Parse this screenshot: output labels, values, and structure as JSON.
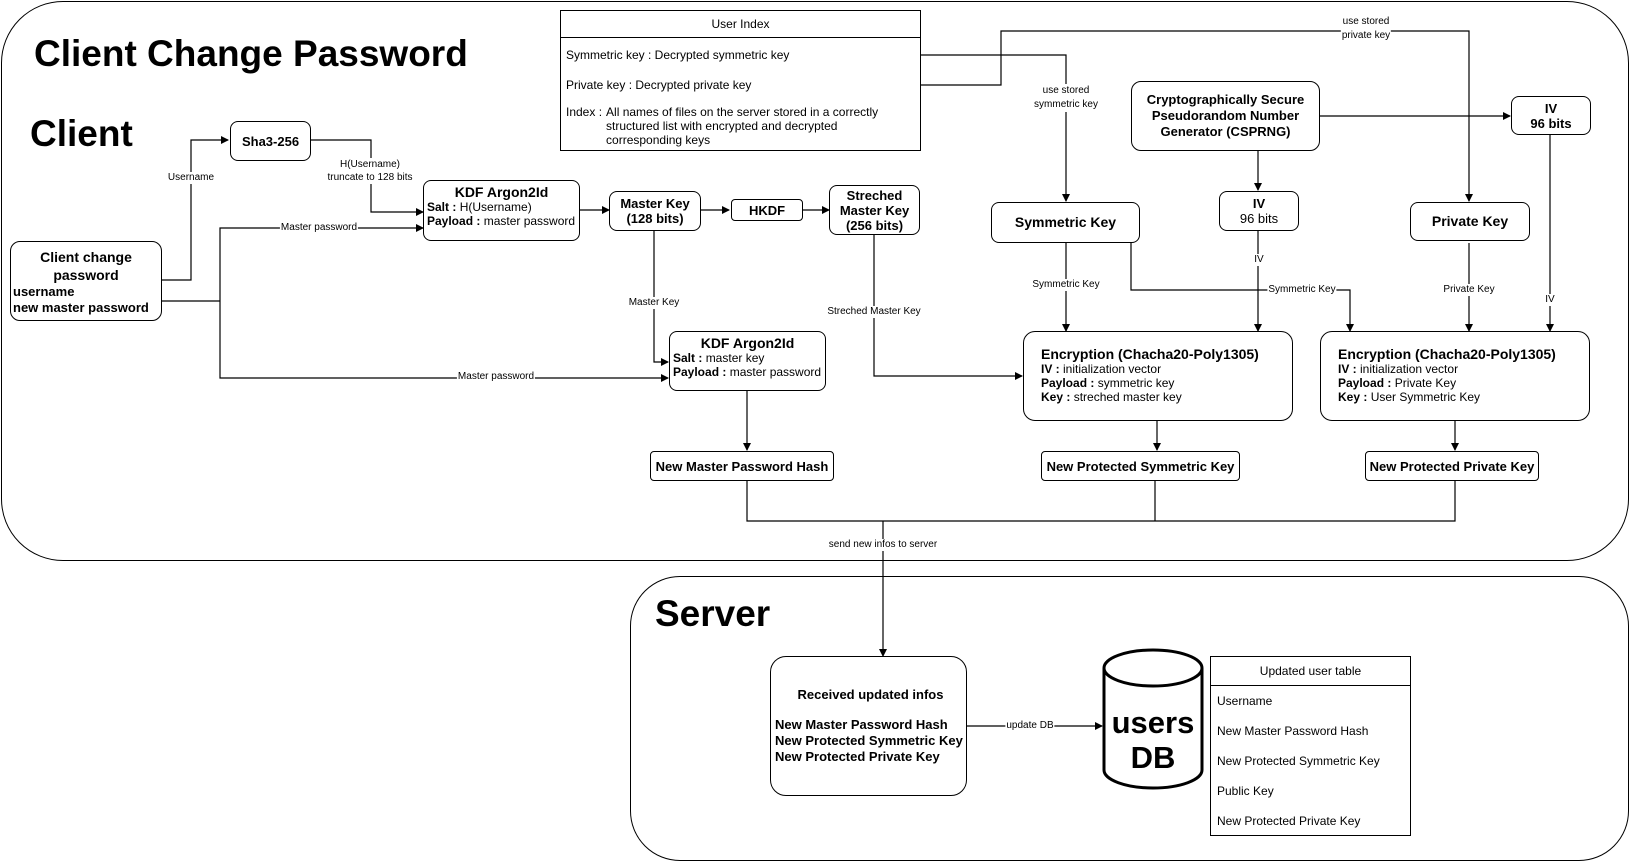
{
  "titles": {
    "main": "Client Change Password",
    "client": "Client",
    "server": "Server"
  },
  "user_index": {
    "title": "User Index",
    "rows": [
      "Symmetric key : Decrypted symmetric key",
      "Private key : Decrypted private key"
    ],
    "index_label": "Index :",
    "index_text": "All names of files on the server stored in a correctly structured list with encrypted and decrypted corresponding keys"
  },
  "nodes": {
    "client_input": {
      "title": "Client change password",
      "line1": "username",
      "line2": "new master password"
    },
    "sha": "Sha3-256",
    "kdf1": {
      "title": "KDF Argon2Id",
      "salt_label": "Salt :",
      "salt": "H(Username)",
      "payload_label": "Payload :",
      "payload": "master password"
    },
    "master_key": {
      "line1": "Master Key",
      "line2": "(128 bits)"
    },
    "hkdf": "HKDF",
    "streched": {
      "line1": "Streched",
      "line2": "Master Key",
      "line3": "(256 bits)"
    },
    "kdf2": {
      "title": "KDF Argon2Id",
      "salt_label": "Salt :",
      "salt": "master key",
      "payload_label": "Payload :",
      "payload": "master password"
    },
    "new_hash": "New Master Password Hash",
    "csprng": {
      "line1": "Cryptographically Secure",
      "line2": "Pseudorandom Number",
      "line3": "Generator (CSPRNG)"
    },
    "symmetric_key": "Symmetric Key",
    "iv_mid": {
      "line1": "IV",
      "line2": "96 bits"
    },
    "private_key": "Private Key",
    "iv_right": {
      "line1": "IV",
      "line2": "96 bits"
    },
    "enc1": {
      "title": "Encryption (Chacha20-Poly1305)",
      "iv_label": "IV :",
      "iv": "initialization vector",
      "payload_label": "Payload :",
      "payload": "symmetric key",
      "key_label": "Key :",
      "key": "streched master key"
    },
    "enc2": {
      "title": "Encryption (Chacha20-Poly1305)",
      "iv_label": "IV :",
      "iv": "initialization vector",
      "payload_label": "Payload :",
      "payload": "Private Key",
      "key_label": "Key :",
      "key": "User Symmetric Key"
    },
    "new_sym": "New Protected Symmetric Key",
    "new_priv": "New Protected Private Key",
    "received": {
      "title": "Received updated infos",
      "line1": "New Master Password Hash",
      "line2": "New Protected Symmetric Key",
      "line3": "New Protected Private Key"
    },
    "db": {
      "line1": "users",
      "line2": "DB"
    }
  },
  "updated_table": {
    "title": "Updated user table",
    "rows": [
      "Username",
      "New Master Password Hash",
      "New Protected Symmetric Key",
      "Public Key",
      "New Protected Private Key"
    ]
  },
  "edge_labels": {
    "username": "Username",
    "h_username_1": "H(Username)",
    "h_username_2": "truncate to 128 bits",
    "master_password_1": "Master password",
    "master_password_2": "Master password",
    "master_key": "Master Key",
    "streched_master_key": "Streched Master Key",
    "use_stored_sym_1": "use stored",
    "use_stored_sym_2": "symmetric key",
    "use_stored_priv_1": "use stored",
    "use_stored_priv_2": "private key",
    "symmetric_key_1": "Symmetric Key",
    "symmetric_key_2": "Symmetric Key",
    "iv_1": "IV",
    "iv_2": "IV",
    "private_key": "Private Key",
    "send": "send new infos to server",
    "update_db": "update DB"
  }
}
